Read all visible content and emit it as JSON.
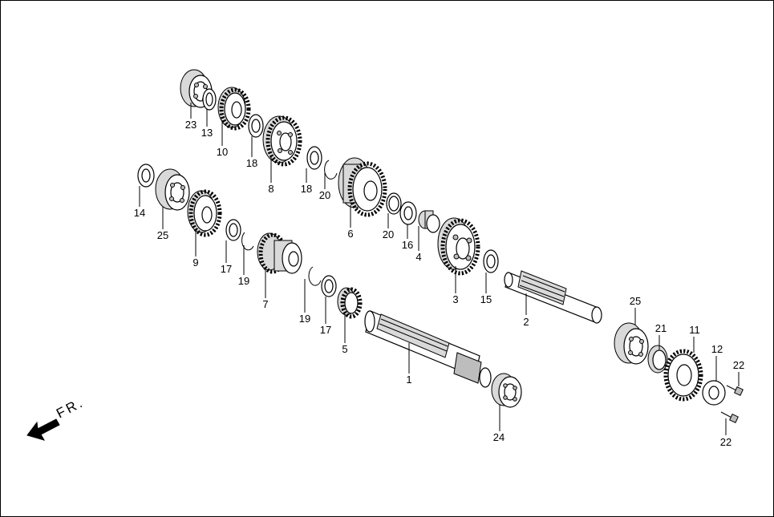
{
  "direction_label": "FR.",
  "parts": [
    {
      "id": "p1",
      "num": "1"
    },
    {
      "id": "p2",
      "num": "2"
    },
    {
      "id": "p3",
      "num": "3"
    },
    {
      "id": "p4",
      "num": "4"
    },
    {
      "id": "p5",
      "num": "5"
    },
    {
      "id": "p6",
      "num": "6"
    },
    {
      "id": "p7",
      "num": "7"
    },
    {
      "id": "p8",
      "num": "8"
    },
    {
      "id": "p9",
      "num": "9"
    },
    {
      "id": "p10",
      "num": "10"
    },
    {
      "id": "p11",
      "num": "11"
    },
    {
      "id": "p12",
      "num": "12"
    },
    {
      "id": "p13",
      "num": "13"
    },
    {
      "id": "p14",
      "num": "14"
    },
    {
      "id": "p15",
      "num": "15"
    },
    {
      "id": "p16",
      "num": "16"
    },
    {
      "id": "p17a",
      "num": "17"
    },
    {
      "id": "p17b",
      "num": "17"
    },
    {
      "id": "p18a",
      "num": "18"
    },
    {
      "id": "p18b",
      "num": "18"
    },
    {
      "id": "p19a",
      "num": "19"
    },
    {
      "id": "p19b",
      "num": "19"
    },
    {
      "id": "p20a",
      "num": "20"
    },
    {
      "id": "p20b",
      "num": "20"
    },
    {
      "id": "p21",
      "num": "21"
    },
    {
      "id": "p22a",
      "num": "22"
    },
    {
      "id": "p22b",
      "num": "22"
    },
    {
      "id": "p23",
      "num": "23"
    },
    {
      "id": "p24",
      "num": "24"
    },
    {
      "id": "p25a",
      "num": "25"
    },
    {
      "id": "p25b",
      "num": "25"
    }
  ]
}
